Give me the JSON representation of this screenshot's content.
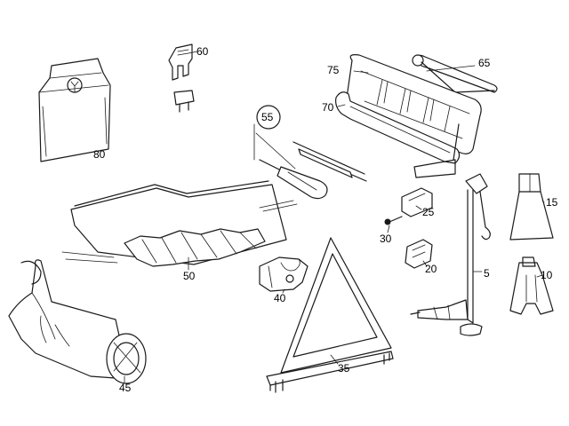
{
  "parts": {
    "p5": "5",
    "p10": "10",
    "p15": "15",
    "p20": "20",
    "p25": "25",
    "p30": "30",
    "p35": "35",
    "p40": "40",
    "p45": "45",
    "p50": "50",
    "p55": "55",
    "p60": "60",
    "p65": "65",
    "p70": "70",
    "p75": "75",
    "p80": "80"
  },
  "colors": {
    "line": "#1a1a1a",
    "background": "#ffffff"
  }
}
